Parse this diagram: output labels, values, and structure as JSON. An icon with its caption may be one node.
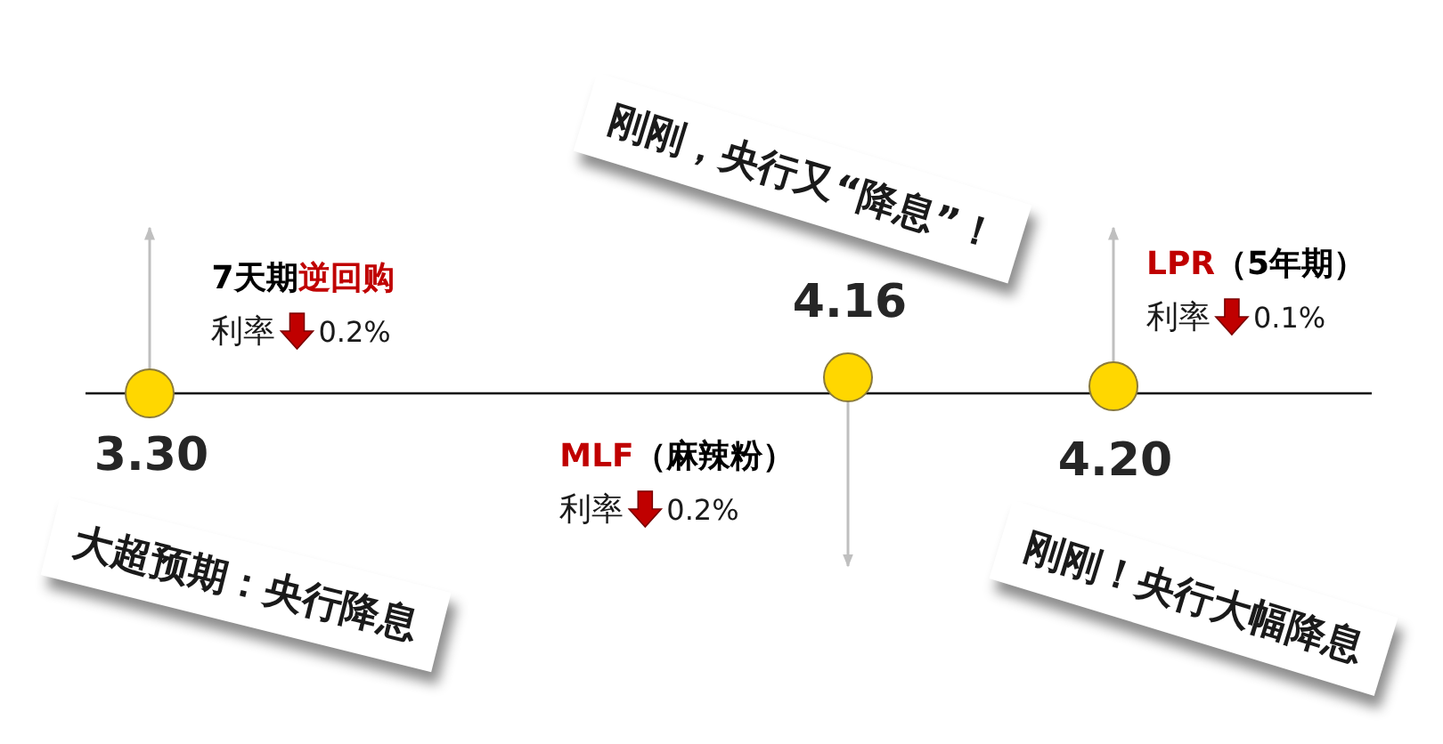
{
  "diagram": {
    "nodes": [
      {
        "text": [],
        "shape": "circle"
      },
      {
        "text": [],
        "shape": "circle"
      },
      {
        "text": [],
        "shape": "circle"
      },
      {
        "text": [
          "大超预期：央行降息"
        ]
      },
      {
        "text": [
          "刚刚，央行又“降息”！"
        ]
      },
      {
        "text": [
          "刚刚！央行大幅降息"
        ]
      }
    ],
    "edges": [
      {
        "from": 0,
        "to": null,
        "arrow": "to",
        "color": "#bfbfbf"
      },
      {
        "from": 1,
        "to": null,
        "arrow": "to",
        "color": "#bfbfbf"
      },
      {
        "from": 2,
        "to": null,
        "arrow": "to",
        "color": "#bfbfbf"
      }
    ],
    "labels": [
      "7天期",
      "逆回购",
      "利率",
      "0.2%",
      "LPR",
      "（5年期）",
      "利率",
      "0.1%",
      "MLF",
      "（麻辣粉）",
      "利率",
      "0.2%",
      "3.30",
      "4.16",
      "4.20"
    ]
  }
}
